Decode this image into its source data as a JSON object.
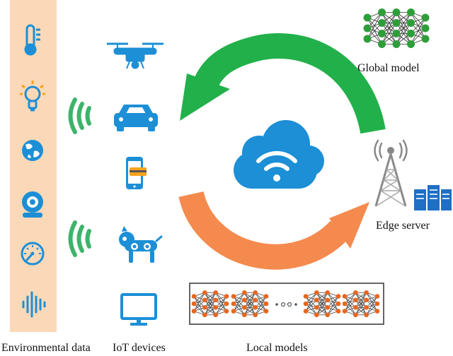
{
  "labels": {
    "global_model": "Global model",
    "edge_server": "Edge server",
    "environmental_data": "Environmental data",
    "iot_devices": "IoT devices",
    "local_models": "Local models"
  },
  "colors": {
    "env_panel": "#fbd9b8",
    "icon_blue": "#1c8fd6",
    "signal_green": "#3fb36b",
    "arrow_green": "#22b04a",
    "arrow_orange": "#f58a4e",
    "cloud_blue": "#1c8fd6",
    "global_node": "#2e9e3a",
    "local_node": "#e8661c"
  },
  "icons": {
    "environmental": [
      "thermometer-icon",
      "light-bulb-icon",
      "globe-icon",
      "webcam-icon",
      "gauge-icon",
      "sound-wave-icon"
    ],
    "devices": [
      "drone-icon",
      "car-icon",
      "smartphone-icon",
      "robot-dog-icon",
      "monitor-icon"
    ]
  }
}
